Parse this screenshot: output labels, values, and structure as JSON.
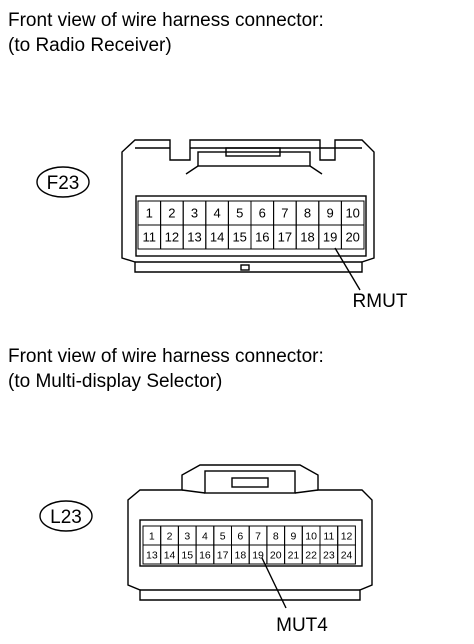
{
  "connectors": [
    {
      "caption_line1": "Front view of wire harness connector:",
      "caption_line2": "(to Radio Receiver)",
      "code": "F23",
      "pins_row1": [
        "1",
        "2",
        "3",
        "4",
        "5",
        "6",
        "7",
        "8",
        "9",
        "10"
      ],
      "pins_row2": [
        "11",
        "12",
        "13",
        "14",
        "15",
        "16",
        "17",
        "18",
        "19",
        "20"
      ],
      "callout_label": "RMUT",
      "callout_pin": "19"
    },
    {
      "caption_line1": "Front view of wire harness connector:",
      "caption_line2": "(to Multi-display Selector)",
      "code": "L23",
      "pins_row1": [
        "1",
        "2",
        "3",
        "4",
        "5",
        "6",
        "7",
        "8",
        "9",
        "10",
        "11",
        "12"
      ],
      "pins_row2": [
        "13",
        "14",
        "15",
        "16",
        "17",
        "18",
        "19",
        "20",
        "21",
        "22",
        "23",
        "24"
      ],
      "callout_label": "MUT4",
      "callout_pin": "19"
    }
  ]
}
